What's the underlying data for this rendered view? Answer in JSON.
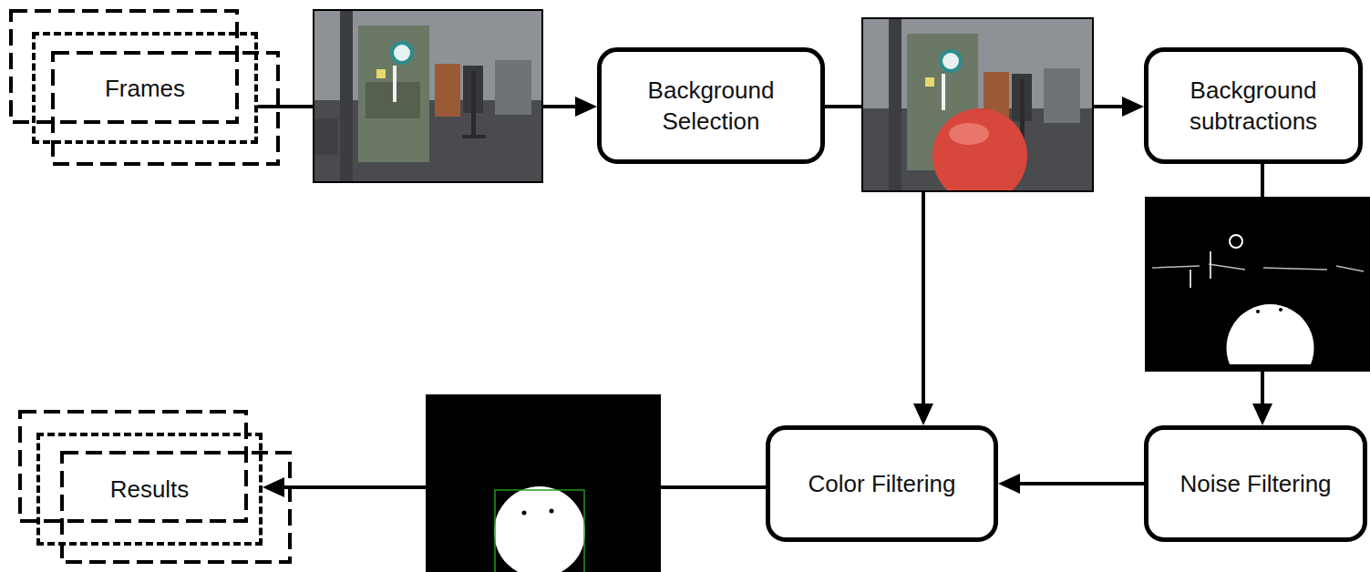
{
  "diagram": {
    "nodes": [
      {
        "text": [
          "Frames"
        ]
      },
      {
        "text": [
          "Background Selection"
        ]
      },
      {
        "text": [
          "Background subtractions"
        ]
      },
      {
        "text": [
          "Noise Filtering"
        ]
      },
      {
        "text": [
          "Color Filtering"
        ]
      },
      {
        "text": [
          "Results"
        ]
      }
    ],
    "edges": [
      {
        "from": 0,
        "to": 1,
        "arrow": "to"
      },
      {
        "from": 1,
        "to": 2,
        "arrow": "to"
      },
      {
        "from": 1,
        "to": 4,
        "arrow": "to"
      },
      {
        "from": 2,
        "to": 3,
        "arrow": "to"
      },
      {
        "from": 3,
        "to": 4,
        "arrow": "to"
      },
      {
        "from": 4,
        "to": 5,
        "arrow": "to"
      }
    ]
  }
}
